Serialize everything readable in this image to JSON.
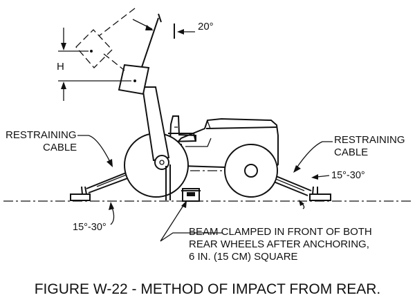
{
  "labels": {
    "dimension_h": "H",
    "angle_20": "20°",
    "restraining_cable_left": [
      "RESTRAINING",
      "CABLE"
    ],
    "restraining_cable_right": [
      "RESTRAINING",
      "CABLE"
    ],
    "angle_range_right": "15°-30°",
    "angle_range_left": "15°-30°",
    "beam_note": [
      "BEAM CLAMPED IN FRONT OF BOTH",
      "REAR WHEELS AFTER ANCHORING,",
      "6 IN. (15 CM) SQUARE"
    ]
  },
  "caption": "FIGURE W-22 - METHOD OF IMPACT FROM REAR."
}
